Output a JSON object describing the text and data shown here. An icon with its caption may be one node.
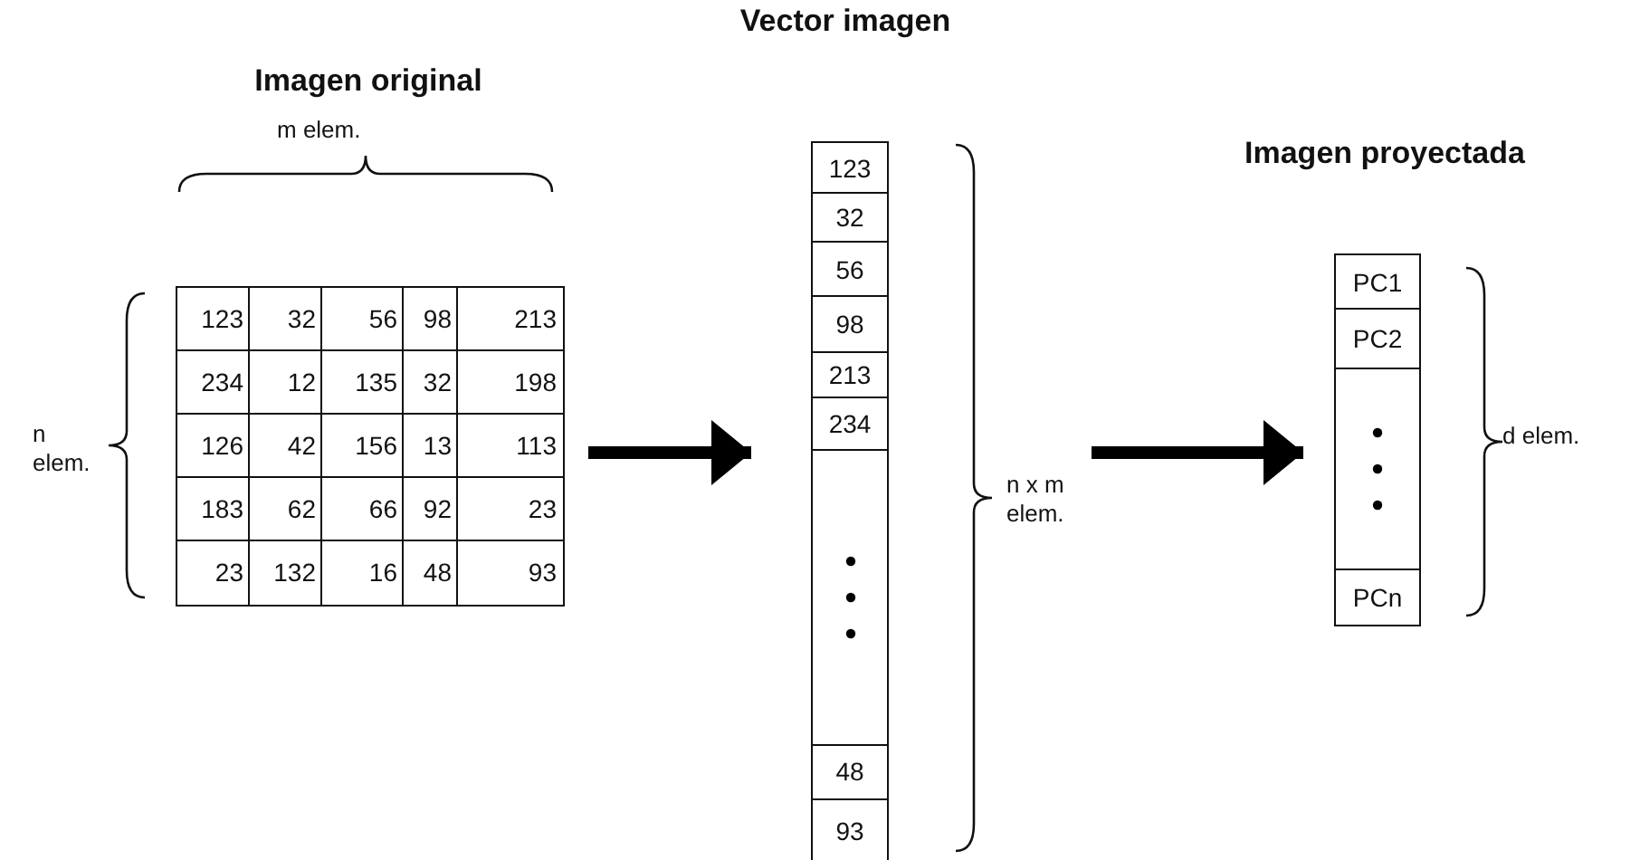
{
  "diagram": {
    "nodes": [
      {
        "text": [
          "Imagen original",
          "m elem."
        ],
        "beside": [
          "n elem."
        ]
      },
      {
        "text": [
          "Vector imagen"
        ],
        "beside": [
          "n x m elem."
        ]
      },
      {
        "text": [
          "Imagen proyectada"
        ],
        "beside": [
          "d elem."
        ]
      }
    ],
    "edges": [
      {
        "from": 0,
        "to": 1,
        "arrow": "to"
      },
      {
        "from": 1,
        "to": 2,
        "arrow": "to"
      }
    ],
    "labels": [
      "123",
      "32",
      "56",
      "98",
      "213",
      "234",
      "12",
      "135",
      "32",
      "198",
      "126",
      "42",
      "156",
      "13",
      "113",
      "183",
      "62",
      "66",
      "92",
      "23",
      "23",
      "132",
      "16",
      "48",
      "93",
      "123",
      "32",
      "56",
      "98",
      "213",
      "234",
      "48",
      "93",
      "PC1",
      "PC2",
      "PCn"
    ]
  }
}
